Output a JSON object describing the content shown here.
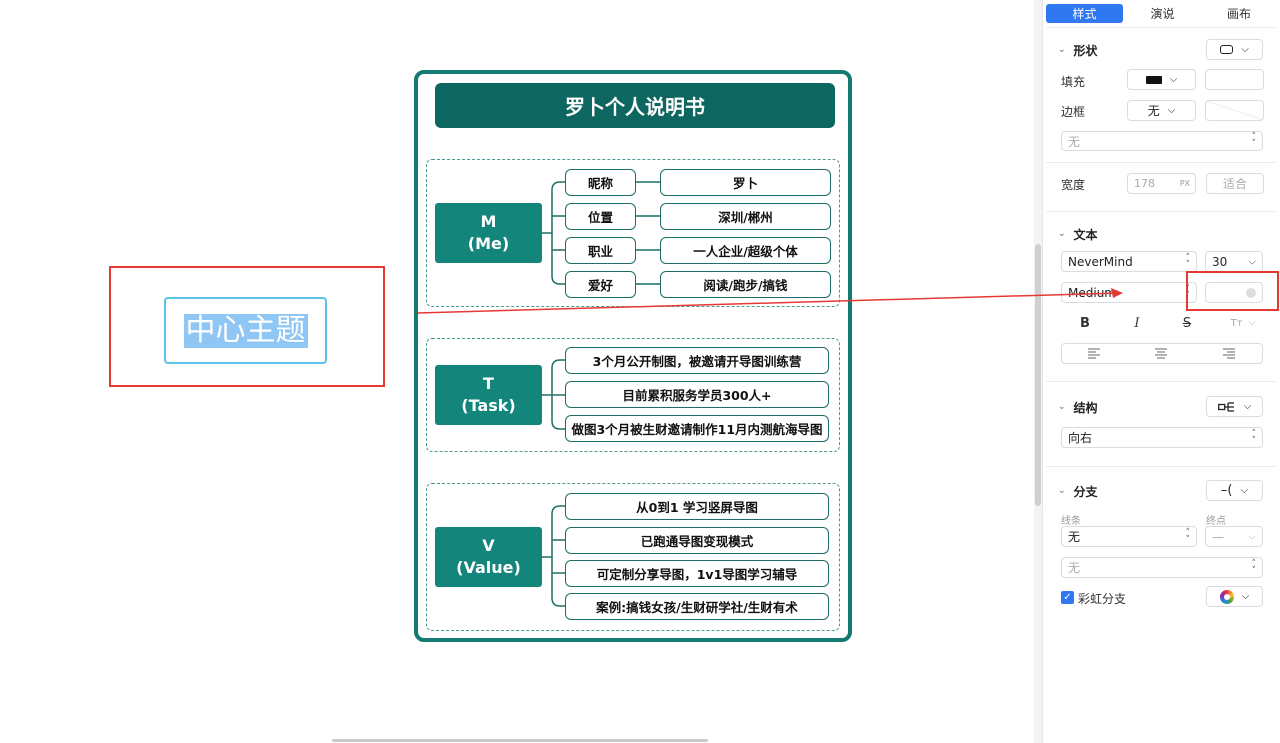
{
  "canvas": {
    "center_topic": "中心主题",
    "card_title": "罗卜个人说明书",
    "sections": [
      {
        "main_label": "M",
        "main_sub": "(Me)",
        "rows": [
          {
            "key": "昵称",
            "value": "罗卜"
          },
          {
            "key": "位置",
            "value": "深圳/郴州"
          },
          {
            "key": "职业",
            "value": "一人企业/超级个体"
          },
          {
            "key": "爱好",
            "value": "阅读/跑步/搞钱"
          }
        ]
      },
      {
        "main_label": "T",
        "main_sub": "(Task)",
        "items": [
          "3个月公开制图，被邀请开导图训练营",
          "目前累积服务学员300人+",
          "做图3个月被生财邀请制作11月内测航海导图"
        ]
      },
      {
        "main_label": "V",
        "main_sub": "(Value)",
        "items": [
          "从0到1 学习竖屏导图",
          "已跑通导图变现模式",
          "可定制分享导图，1v1导图学习辅导",
          "案例:搞钱女孩/生财研学社/生财有术"
        ]
      }
    ]
  },
  "panel": {
    "tabs": [
      {
        "label": "样式",
        "active": true
      },
      {
        "label": "演说",
        "active": false
      },
      {
        "label": "画布",
        "active": false
      }
    ],
    "shape": {
      "title": "形状",
      "fill_label": "填充",
      "border_label": "边框",
      "border_value": "无",
      "border_style_value": "无",
      "width_label": "宽度",
      "width_value": "178",
      "width_unit": "PX",
      "fit_button": "适合"
    },
    "text": {
      "title": "文本",
      "font_family": "NeverMind",
      "font_size": "30",
      "font_weight": "Medium",
      "bold": "B",
      "italic": "I",
      "strike": "S",
      "case": "Tт"
    },
    "structure": {
      "title": "结构",
      "direction": "向右"
    },
    "branch": {
      "title": "分支",
      "line_label": "线条",
      "end_label": "终点",
      "line_value": "无",
      "end_value": "—",
      "extra_value": "无",
      "rainbow_label": "彩虹分支",
      "rainbow_checked": true
    }
  },
  "colors": {
    "accent": "#2f78f0",
    "card_border": "#127a70",
    "title_bg": "#0e6660",
    "node_bg": "#13857a",
    "highlight_red": "#e53935"
  }
}
